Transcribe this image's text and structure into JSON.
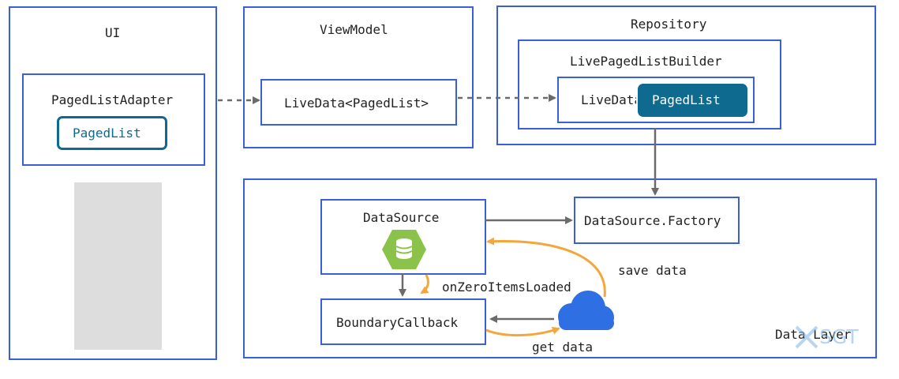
{
  "ui": {
    "title": "UI",
    "adapter_label": "PagedListAdapter",
    "pagedlist_label": "PagedList"
  },
  "viewmodel": {
    "title": "ViewModel",
    "livedata_label": "LiveData<PagedList>"
  },
  "repository": {
    "title": "Repository",
    "builder_label": "LivePagedListBuilder",
    "livedata_label": "LiveData",
    "pagedlist_label": "PagedList"
  },
  "data_layer": {
    "title": "Data Layer",
    "datasource_label": "DataSource",
    "factory_label": "DataSource.Factory",
    "boundary_label": "BoundaryCallback",
    "on_zero_label": "onZeroItemsLoaded",
    "save_data_label": "save data",
    "get_data_label": "get data"
  },
  "watermark": "SGT",
  "colors": {
    "border": "#3b5fd9",
    "teal": "#0f6a8f",
    "orange": "#f4a63a",
    "gray_arrow": "#6b6b6b",
    "hex_green": "#8bc34a",
    "cloud_blue": "#2f6fe4",
    "placeholder_gray": "#dddddd"
  },
  "icons": [
    "database-icon",
    "cloud-icon"
  ]
}
